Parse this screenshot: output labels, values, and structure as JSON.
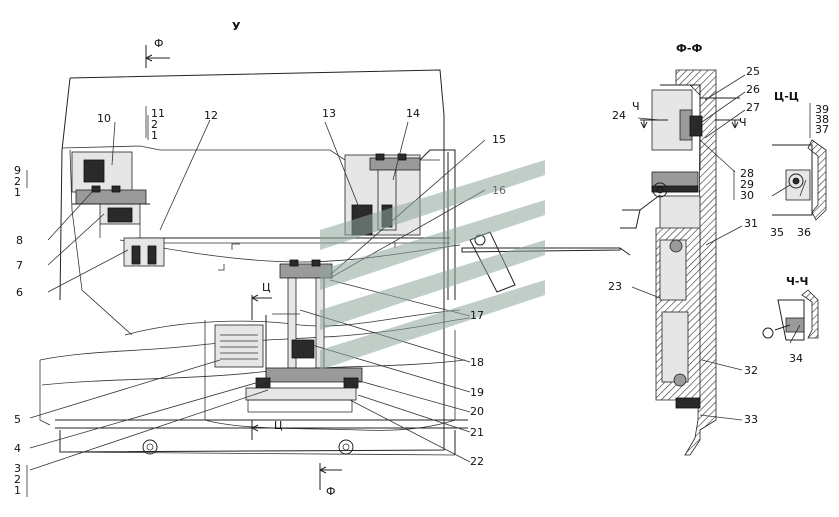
{
  "view_labels": {
    "view_u": "У",
    "section_ff_title": "Ф-Ф",
    "section_tsts_title": "Ц-Ц",
    "section_chch_title": "Ч-Ч",
    "cut_f_top": "Ф",
    "cut_f_bottom": "Ф",
    "cut_ts_upper": "Ц",
    "cut_ts_lower": "Ц",
    "cut_ch_left": "Ч",
    "cut_ch_right": "Ч"
  },
  "callouts": {
    "c1a": "1",
    "c2a": "2",
    "c11": "11",
    "c10": "10",
    "c12": "12",
    "c13": "13",
    "c14": "14",
    "c15": "15",
    "c16": "16",
    "c9": "9",
    "c2b": "2",
    "c1b": "1",
    "c8": "8",
    "c7": "7",
    "c6": "6",
    "c17": "17",
    "c18": "18",
    "c19": "19",
    "c20": "20",
    "c21": "21",
    "c22": "22",
    "c5": "5",
    "c4": "4",
    "c3": "3",
    "c2c": "2",
    "c1c": "1",
    "c25": "25",
    "c26": "26",
    "c27": "27",
    "c24": "24",
    "c28": "28",
    "c29": "29",
    "c30": "30",
    "c31": "31",
    "c23": "23",
    "c32": "32",
    "c33": "33",
    "c39": "39",
    "c38": "38",
    "c37": "37",
    "c35": "35",
    "c36": "36",
    "c34": "34"
  },
  "watermark_colors": {
    "logo": "#8fa59b"
  }
}
